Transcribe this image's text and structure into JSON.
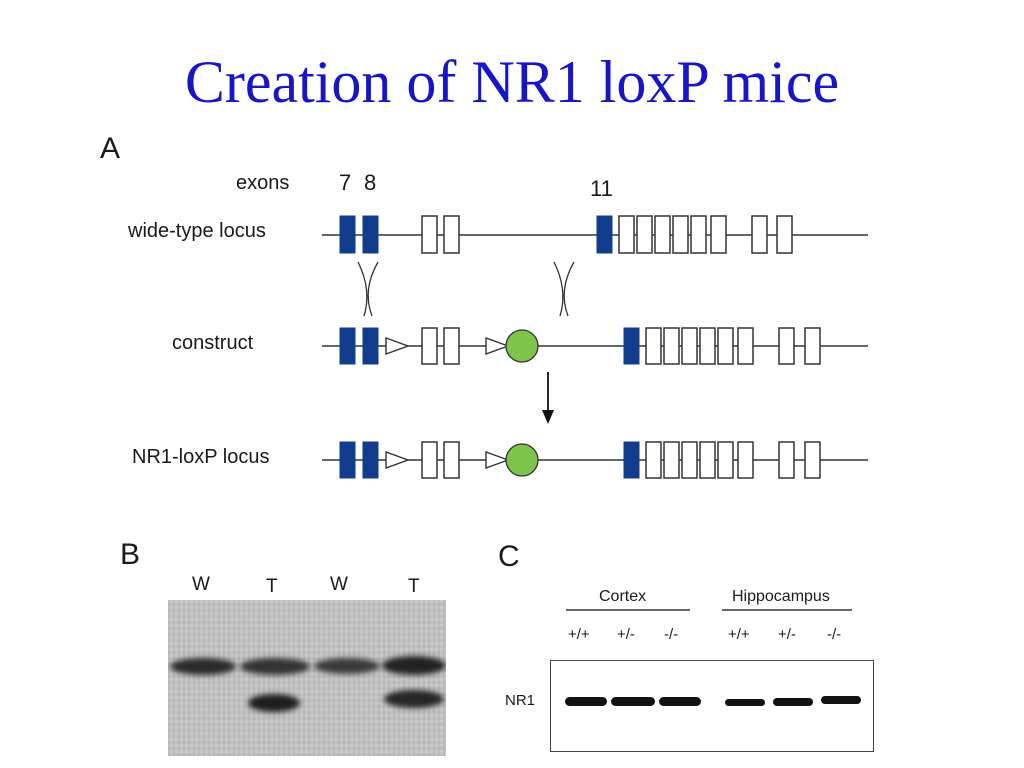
{
  "title": "Creation of NR1 loxP mice",
  "panels": {
    "a": "A",
    "b": "B",
    "c": "C"
  },
  "panel_a": {
    "exons_label": "exons",
    "exon_numbers": [
      "7",
      "8",
      "11"
    ],
    "rows": [
      "wide-type locus",
      "construct",
      "NR1-loxP locus"
    ]
  },
  "panel_b": {
    "lanes": [
      "W",
      "T",
      "W",
      "T"
    ]
  },
  "panel_c": {
    "groups": [
      "Cortex",
      "Hippocampus"
    ],
    "genotypes": [
      "+/+",
      "+/-",
      "-/-",
      "+/+",
      "+/-",
      "-/-"
    ],
    "row_label": "NR1"
  },
  "colors": {
    "title": "#1616c8",
    "exon_blue": "#123c8c",
    "neo_green": "#7cc44a"
  }
}
